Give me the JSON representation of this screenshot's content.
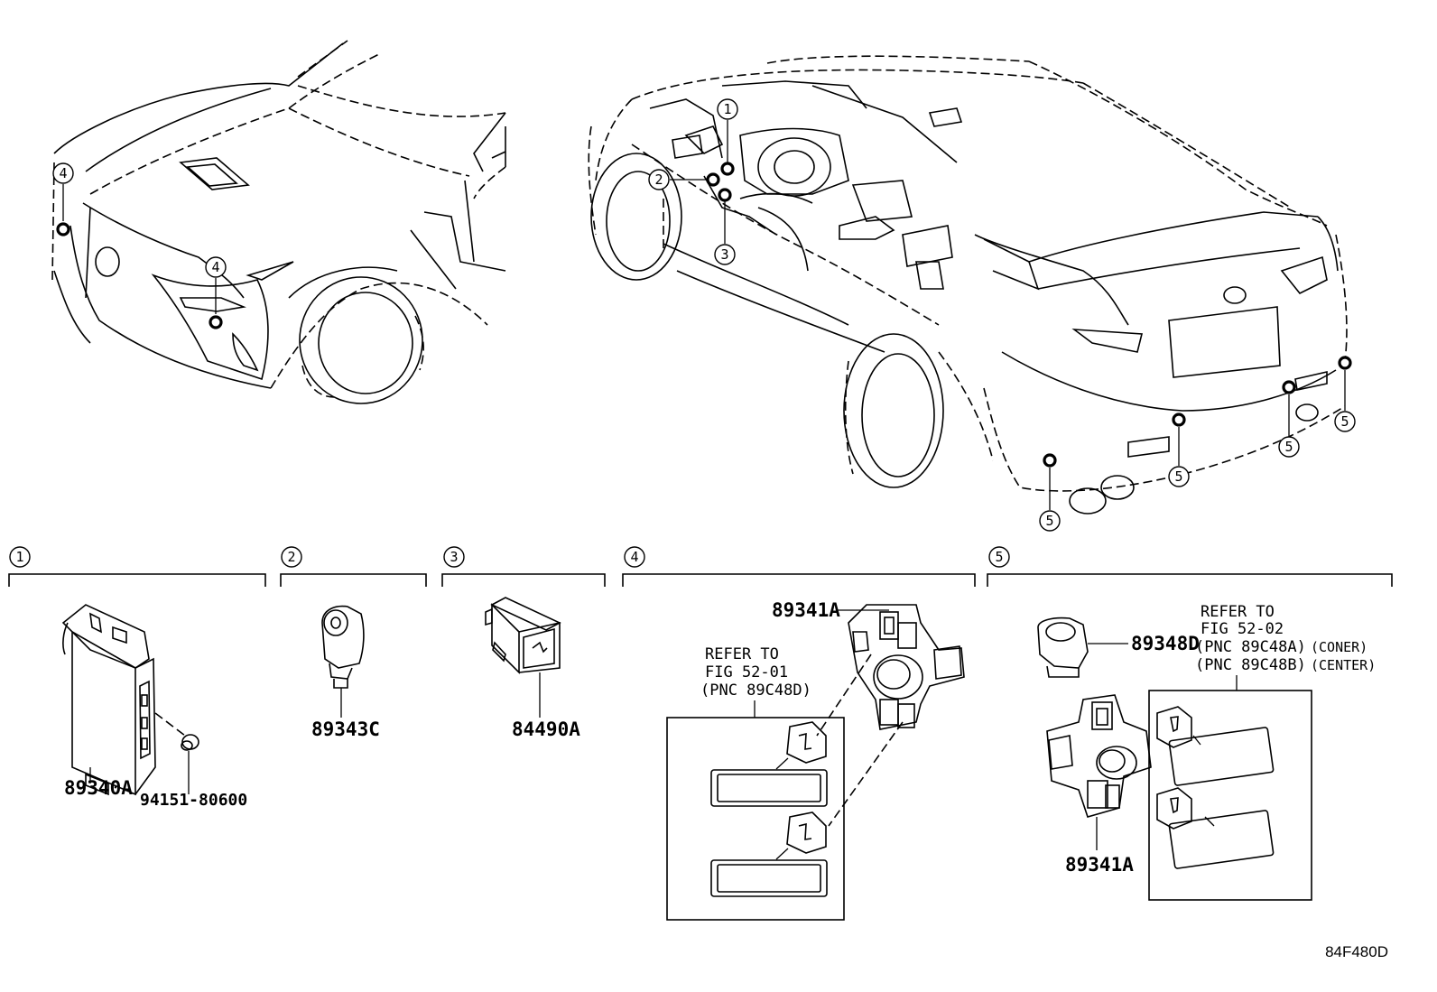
{
  "callouts": {
    "c1": "1",
    "c2": "2",
    "c3": "3",
    "c4": "4",
    "c5": "5"
  },
  "parts": {
    "p_89340A": "89340A",
    "p_94151": "94151-80600",
    "p_89343C": "89343C",
    "p_84490A": "84490A",
    "p_89341A_top": "89341A",
    "p_89341A_bottom": "89341A",
    "p_89348D": "89348D"
  },
  "references": {
    "ref4_line1": "REFER TO",
    "ref4_line2": "FIG 52-01",
    "ref4_line3": "(PNC 89C48D)",
    "ref5_line1": "REFER TO",
    "ref5_line2": "FIG 52-02",
    "ref5_line3": "(PNC 89C48A)",
    "ref5_line3_note": "(CONER)",
    "ref5_line4": "(PNC 89C48B)",
    "ref5_line4_note": "(CENTER)"
  },
  "figure_code": "84F480D",
  "icons": [
    "car-front-illustration",
    "car-rear-illustration",
    "ecu-module-icon",
    "buzzer-icon",
    "switch-icon",
    "sensor-icon",
    "bezel-icon",
    "clip-icon"
  ]
}
